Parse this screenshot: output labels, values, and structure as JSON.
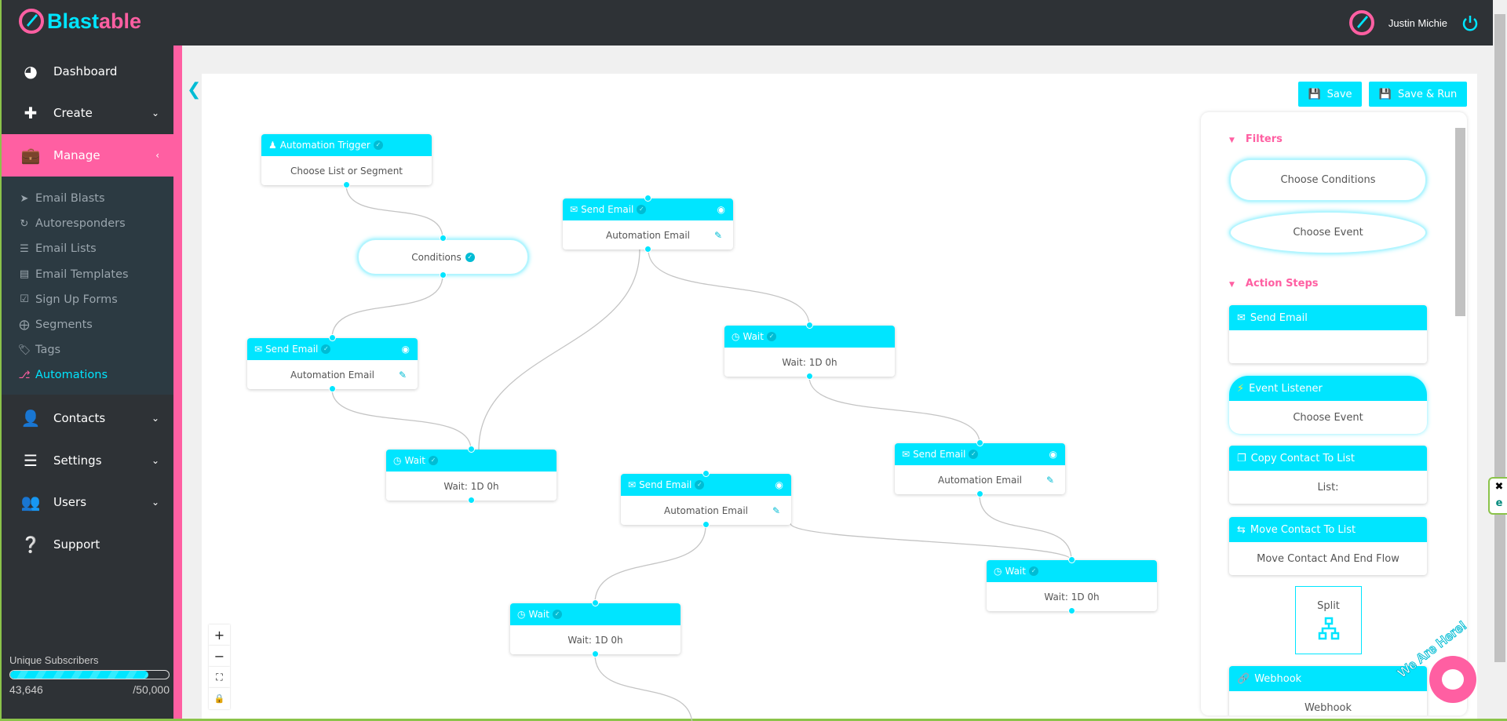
{
  "app": {
    "brand": "Blastable",
    "user": "Justin Michie",
    "accent": "#00e5ff",
    "brand_pink": "#ff5fa2"
  },
  "sidebar": {
    "items": [
      {
        "label": "Dashboard",
        "icon": "dashboard-icon"
      },
      {
        "label": "Create",
        "icon": "plus-icon"
      },
      {
        "label": "Manage",
        "icon": "briefcase-icon"
      },
      {
        "label": "Contacts",
        "icon": "user-icon"
      },
      {
        "label": "Settings",
        "icon": "sliders-icon"
      },
      {
        "label": "Users",
        "icon": "users-icon"
      },
      {
        "label": "Support",
        "icon": "help-icon"
      }
    ],
    "submenu": [
      {
        "label": "Email Blasts",
        "icon": "rocket-icon"
      },
      {
        "label": "Autoresponders",
        "icon": "refresh-icon"
      },
      {
        "label": "Email Lists",
        "icon": "list-icon"
      },
      {
        "label": "Email Templates",
        "icon": "template-icon"
      },
      {
        "label": "Sign Up Forms",
        "icon": "clipboard-icon"
      },
      {
        "label": "Segments",
        "icon": "segments-icon"
      },
      {
        "label": "Tags",
        "icon": "tags-icon"
      },
      {
        "label": "Automations",
        "icon": "signpost-icon"
      }
    ],
    "subscribers": {
      "label": "Unique Subscribers",
      "count": "43,646",
      "limit": "/50,000",
      "fraction": 0.873
    }
  },
  "toolbar": {
    "save": "Save",
    "save_run": "Save & Run"
  },
  "flow": {
    "nodes": [
      {
        "title": "Automation Trigger",
        "body": "Choose List or Segment",
        "icon": "user-trigger-icon"
      },
      {
        "title": "Conditions"
      },
      {
        "title": "Send Email",
        "body": "Automation Email",
        "icon": "mail-icon"
      },
      {
        "title": "Send Email",
        "body": "Automation Email",
        "icon": "mail-icon"
      },
      {
        "title": "Wait",
        "body": "Wait: 1D 0h",
        "icon": "clock-icon"
      },
      {
        "title": "Wait",
        "body": "Wait: 1D 0h",
        "icon": "clock-icon"
      },
      {
        "title": "Send Email",
        "body": "Automation Email",
        "icon": "mail-icon"
      },
      {
        "title": "Send Email",
        "body": "Automation Email",
        "icon": "mail-icon"
      },
      {
        "title": "Wait",
        "body": "Wait: 1D 0h",
        "icon": "clock-icon"
      },
      {
        "title": "Wait",
        "body": "Wait: 1D 0h",
        "icon": "clock-icon"
      }
    ]
  },
  "palette": {
    "filters_label": "Filters",
    "choose_conditions": "Choose Conditions",
    "choose_event": "Choose Event",
    "actions_label": "Action Steps",
    "send_email": "Send Email",
    "event_listener": {
      "title": "Event Listener",
      "body": "Choose Event"
    },
    "copy_contact": {
      "title": "Copy Contact To List",
      "body": "List:"
    },
    "move_contact": {
      "title": "Move Contact To List",
      "body": "Move Contact And End Flow"
    },
    "split": "Split",
    "webhook": {
      "title": "Webhook",
      "body": "Webhook"
    }
  },
  "chat": {
    "badge": "We Are Here!"
  }
}
